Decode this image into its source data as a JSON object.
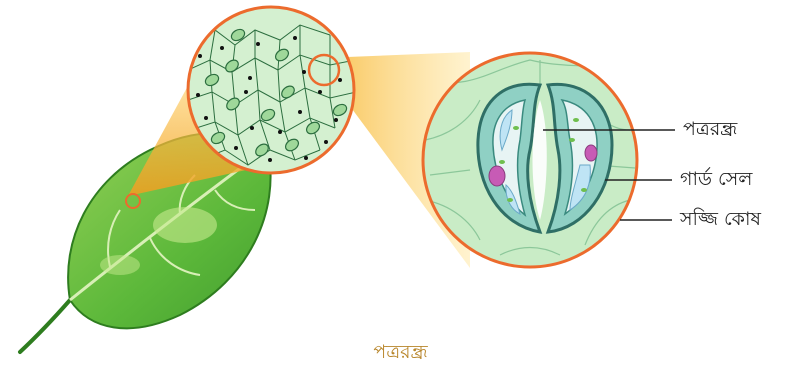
{
  "labels": {
    "stoma": "পত্ররন্ধ্র",
    "guard_cell": "গার্ড সেল",
    "subsidiary_cell": "সজ্জি কোষ"
  },
  "caption": "পত্ররন্ধ্র",
  "colors": {
    "leaf_dark": "#3f9a2d",
    "leaf_light": "#a8d86a",
    "zoom_cone": "#f5a623",
    "ring": "#ec6b2d",
    "guard_cell_fill": "#8fd0c4",
    "vacuole": "#bfe4f5",
    "nucleus": "#c75bb5",
    "caption_color": "#b8862b"
  }
}
